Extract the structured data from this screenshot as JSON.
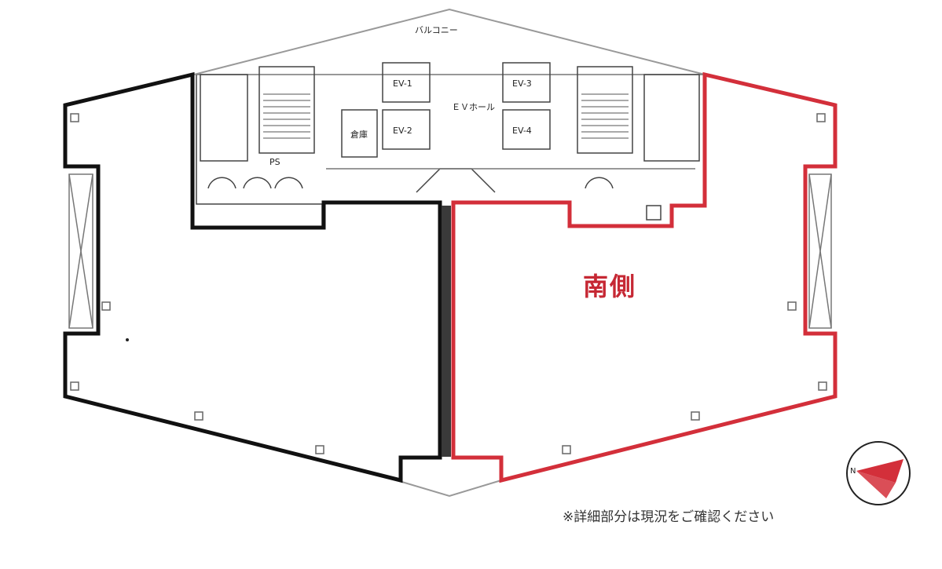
{
  "plan": {
    "south_label": "南側",
    "note": "※詳細部分は現況をご確認ください"
  },
  "core_labels": {
    "balcony": "バルコニー",
    "elevator_hall": "ＥＶホール",
    "elevators": [
      "EV-1",
      "EV-2",
      "EV-3",
      "EV-4"
    ],
    "storage": "倉庫",
    "ps": "PS"
  },
  "colors": {
    "north_outline": "#111111",
    "south_outline": "#d32f3a",
    "south_label": "#c62834",
    "compass": "#d32f3a"
  },
  "icons": {
    "compass": "north-arrow-icon"
  }
}
